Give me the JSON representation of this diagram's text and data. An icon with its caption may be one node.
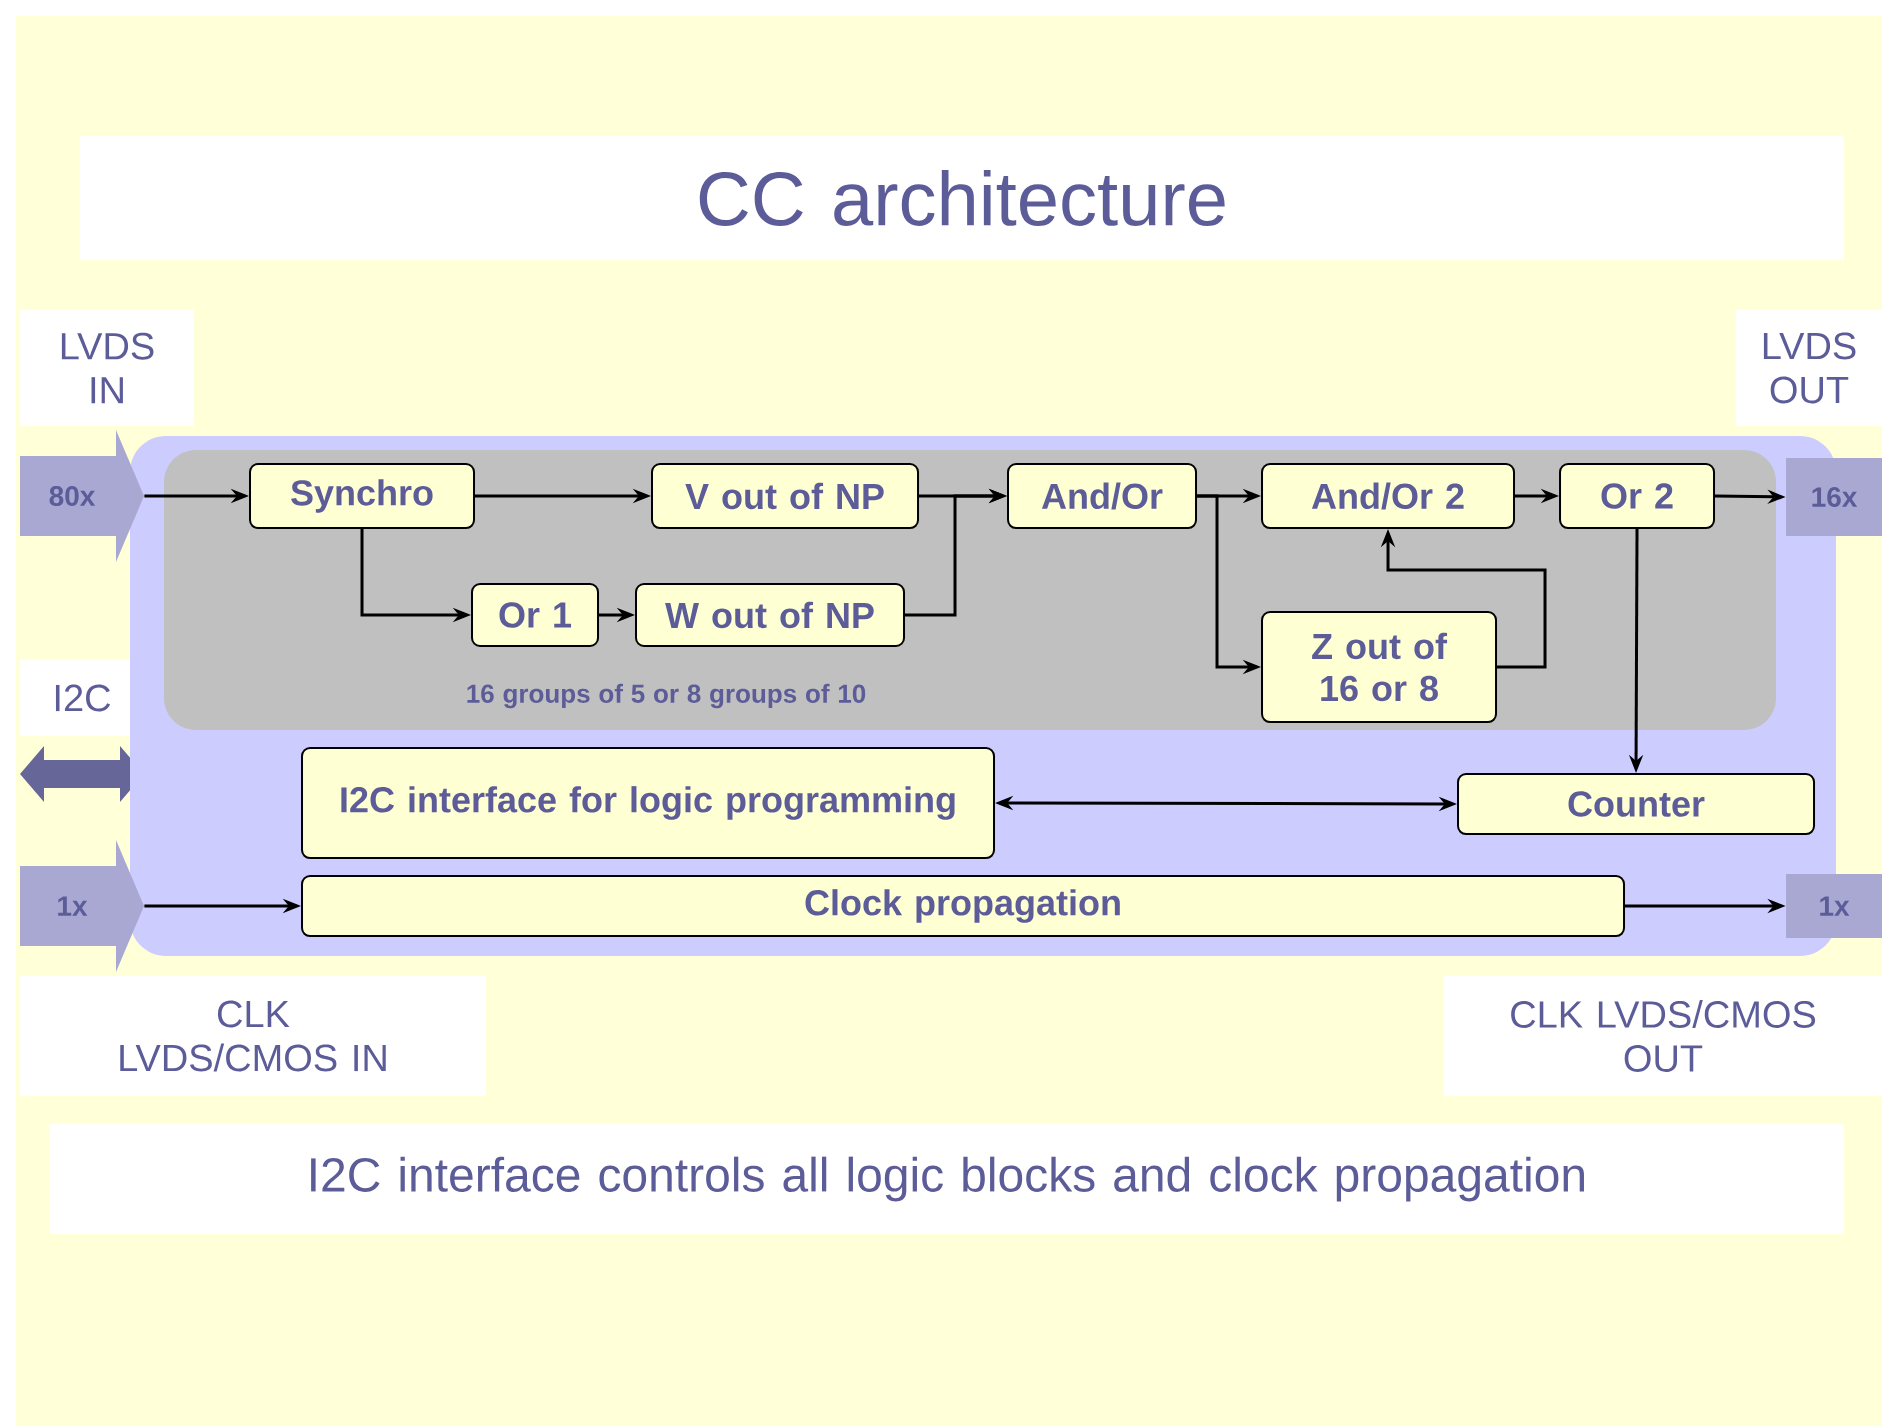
{
  "diagram": {
    "title": "CC architecture",
    "caption": "I2C interface controls all logic blocks and clock propagation",
    "nodes": [
      {
        "text": [],
        "shape": "box"
      },
      {
        "text": [
          "16 groups of 5 or 8 groups of 10"
        ],
        "in": 0
      },
      {
        "text": [
          "Synchro"
        ],
        "in": 1
      },
      {
        "text": [
          "V out of NP"
        ],
        "in": 1
      },
      {
        "text": [
          "And/Or"
        ],
        "in": 1
      },
      {
        "text": [
          "And/Or 2"
        ],
        "in": 1
      },
      {
        "text": [
          "Or 2"
        ],
        "in": 1
      },
      {
        "text": [
          "Or 1"
        ],
        "in": 1
      },
      {
        "text": [
          "W out of NP"
        ],
        "in": 1
      },
      {
        "text": [
          "Z out of 16 or 8"
        ],
        "in": 1
      },
      {
        "text": [
          "I2C interface for logic programming"
        ],
        "in": 0
      },
      {
        "text": [
          "Counter"
        ],
        "in": 0
      },
      {
        "text": [
          "Clock propagation"
        ],
        "in": 0
      },
      {
        "text": [
          "80x"
        ],
        "beside": [
          "LVDS IN"
        ]
      },
      {
        "text": [
          "16x"
        ],
        "beside": [
          "LVDS OUT"
        ]
      },
      {
        "text": [
          "1x"
        ],
        "beside": [
          "CLK LVDS/CMOS IN"
        ]
      },
      {
        "text": [
          "1x"
        ],
        "beside": [
          "CLK LVDS/CMOS OUT"
        ]
      }
    ],
    "edges": [
      {
        "from": 13,
        "to": 2,
        "arrow": "to"
      },
      {
        "from": 2,
        "to": 3,
        "arrow": "to"
      },
      {
        "from": 2,
        "to": 7,
        "arrow": "to"
      },
      {
        "from": 7,
        "to": 8,
        "arrow": "to"
      },
      {
        "from": 3,
        "to": 4,
        "arrow": "to"
      },
      {
        "from": 8,
        "to": 4,
        "arrow": "to"
      },
      {
        "from": 4,
        "to": 5,
        "arrow": "to"
      },
      {
        "from": 4,
        "to": 9,
        "arrow": "to"
      },
      {
        "from": 9,
        "to": 5,
        "arrow": "to"
      },
      {
        "from": 5,
        "to": 6,
        "arrow": "to"
      },
      {
        "from": 6,
        "to": 14,
        "arrow": "to"
      },
      {
        "from": 6,
        "to": 11,
        "arrow": "to"
      },
      {
        "from": 10,
        "to": 11,
        "arrow": "both"
      },
      {
        "from": 15,
        "to": 12,
        "arrow": "to"
      },
      {
        "from": 12,
        "to": 16,
        "arrow": "to"
      }
    ],
    "labels": [
      "I2C"
    ]
  }
}
